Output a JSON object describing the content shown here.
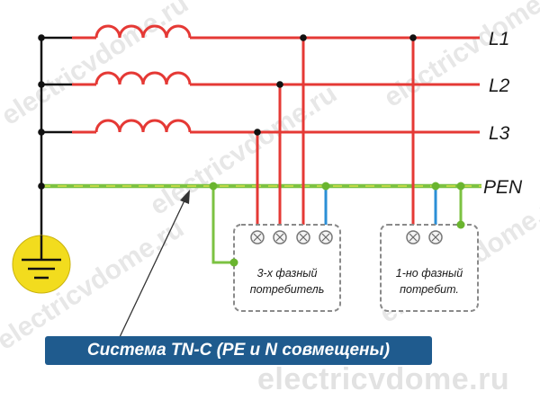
{
  "watermark": {
    "text": "electricvdome.ru",
    "footer_text": "electricvdome.ru"
  },
  "lines": {
    "l1": "L1",
    "l2": "L2",
    "l3": "L3",
    "pen": "PEN"
  },
  "consumers": {
    "three_phase": {
      "line1": "3-х фазный",
      "line2": "потребитель"
    },
    "single_phase": {
      "line1": "1-но фазный",
      "line2": "потребит."
    }
  },
  "caption": "Система TN-C (PE и N совмещены)",
  "colors": {
    "phase": "#e53935",
    "pen_green": "#7cc242",
    "pen_yellow": "#d6df4a",
    "neutral_blue": "#2b8fd6",
    "ground": "#f2dc1e",
    "wire_black": "#111111",
    "caption_bg": "#1f5b8e"
  }
}
